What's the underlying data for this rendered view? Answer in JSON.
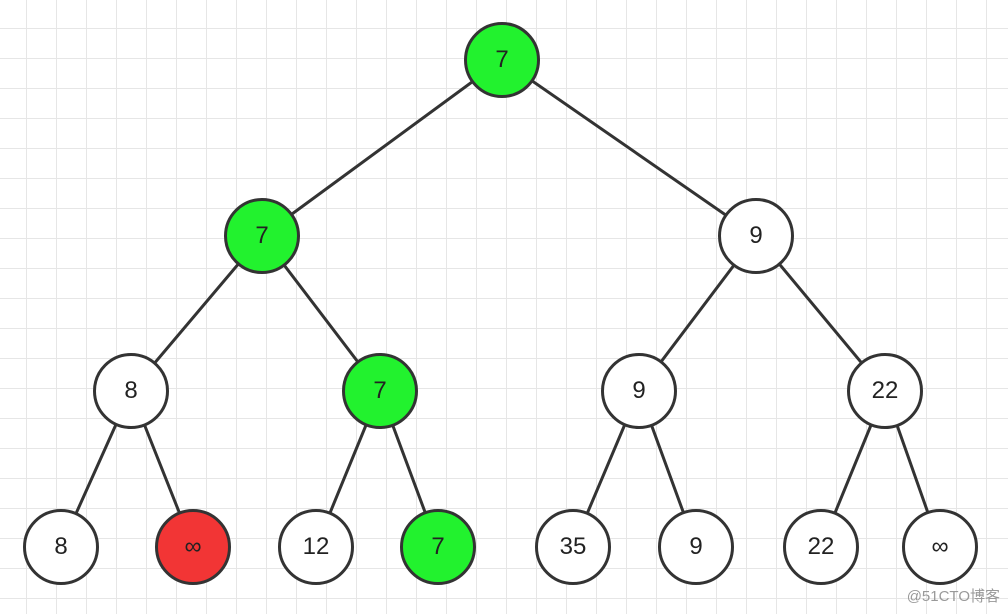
{
  "colors": {
    "default": "#ffffff",
    "winner": "#22f22e",
    "loser": "#f23535",
    "stroke": "#333333"
  },
  "tree": {
    "root": {
      "value": "7",
      "state": "winner"
    },
    "level1": [
      {
        "value": "7",
        "state": "winner"
      },
      {
        "value": "9",
        "state": "default"
      }
    ],
    "level2": [
      {
        "value": "8",
        "state": "default"
      },
      {
        "value": "7",
        "state": "winner"
      },
      {
        "value": "9",
        "state": "default"
      },
      {
        "value": "22",
        "state": "default"
      }
    ],
    "leaves": [
      {
        "value": "8",
        "state": "default"
      },
      {
        "value": "∞",
        "state": "loser"
      },
      {
        "value": "12",
        "state": "default"
      },
      {
        "value": "7",
        "state": "winner"
      },
      {
        "value": "35",
        "state": "default"
      },
      {
        "value": "9",
        "state": "default"
      },
      {
        "value": "22",
        "state": "default"
      },
      {
        "value": "∞",
        "state": "default"
      }
    ]
  },
  "watermark": "@51CTO博客"
}
